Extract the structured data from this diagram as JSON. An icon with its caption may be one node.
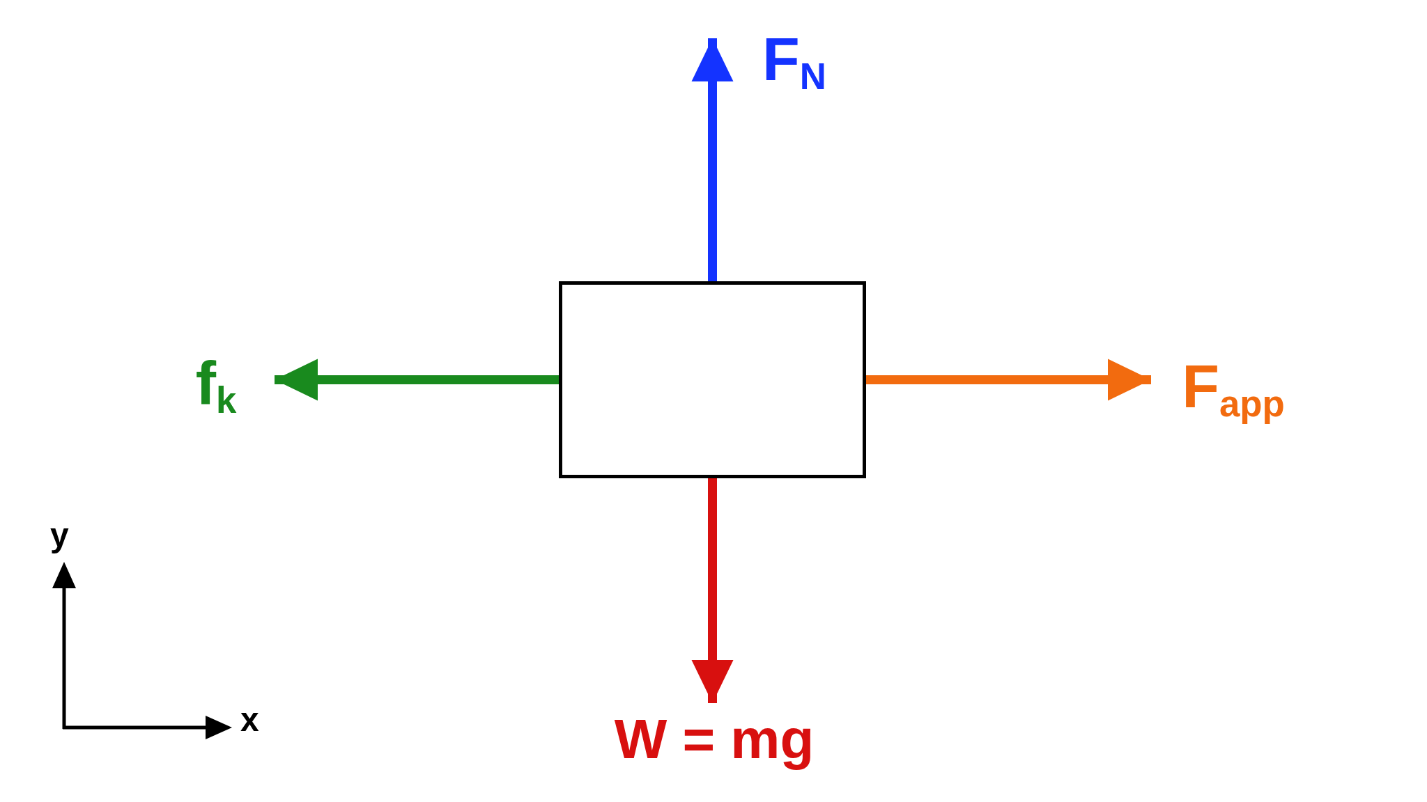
{
  "diagram": {
    "nodes": [
      {
        "text": [],
        "shape": "box"
      },
      {
        "text": [
          "F$_{N}$"
        ]
      },
      {
        "text": [
          "f$_{k}$"
        ]
      },
      {
        "text": [
          "F$_{app}$"
        ]
      },
      {
        "text": [
          "W = mg"
        ]
      }
    ],
    "edges": [
      {
        "from": 0,
        "to": 1,
        "arrow": "to",
        "color": "#1433ff"
      },
      {
        "from": 0,
        "to": 2,
        "arrow": "to",
        "color": "#198a1e"
      },
      {
        "from": 0,
        "to": 3,
        "arrow": "to",
        "color": "#f26b0f"
      },
      {
        "from": 0,
        "to": 4,
        "arrow": "to",
        "color": "#d8100f"
      }
    ],
    "labels": [
      "y",
      "x"
    ]
  }
}
